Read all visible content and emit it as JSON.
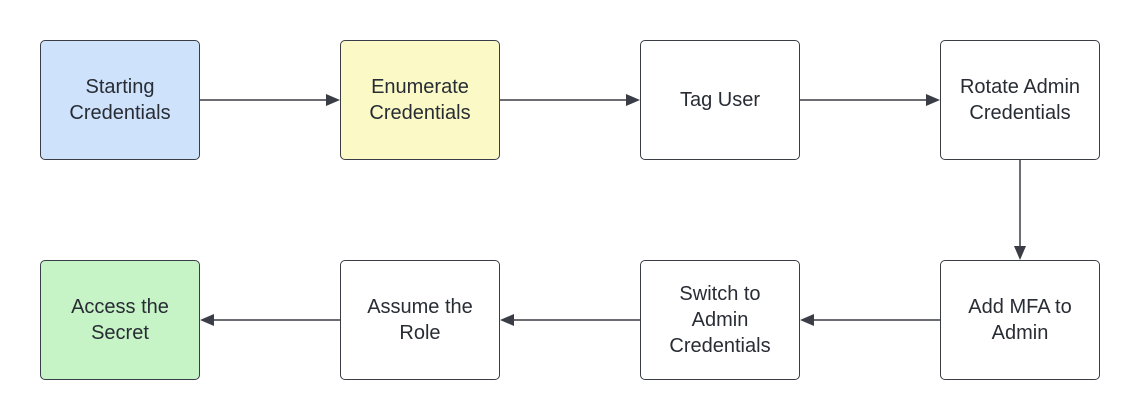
{
  "nodes": [
    {
      "id": "starting-credentials",
      "label": "Starting\nCredentials",
      "fill": "#cfe2fb"
    },
    {
      "id": "enumerate-credentials",
      "label": "Enumerate\nCredentials",
      "fill": "#fbfac7"
    },
    {
      "id": "tag-user",
      "label": "Tag User",
      "fill": "#ffffff"
    },
    {
      "id": "rotate-admin-credentials",
      "label": "Rotate Admin\nCredentials",
      "fill": "#ffffff"
    },
    {
      "id": "add-mfa-to-admin",
      "label": "Add MFA to\nAdmin",
      "fill": "#ffffff"
    },
    {
      "id": "switch-to-admin-credentials",
      "label": "Switch to\nAdmin\nCredentials",
      "fill": "#ffffff"
    },
    {
      "id": "assume-the-role",
      "label": "Assume the\nRole",
      "fill": "#ffffff"
    },
    {
      "id": "access-the-secret",
      "label": "Access the\nSecret",
      "fill": "#c6f4c6"
    }
  ],
  "edges": [
    {
      "from": "starting-credentials",
      "to": "enumerate-credentials"
    },
    {
      "from": "enumerate-credentials",
      "to": "tag-user"
    },
    {
      "from": "tag-user",
      "to": "rotate-admin-credentials"
    },
    {
      "from": "rotate-admin-credentials",
      "to": "add-mfa-to-admin"
    },
    {
      "from": "add-mfa-to-admin",
      "to": "switch-to-admin-credentials"
    },
    {
      "from": "switch-to-admin-credentials",
      "to": "assume-the-role"
    },
    {
      "from": "assume-the-role",
      "to": "access-the-secret"
    }
  ],
  "colors": {
    "stroke": "#3a3d45",
    "text": "#282c34"
  }
}
